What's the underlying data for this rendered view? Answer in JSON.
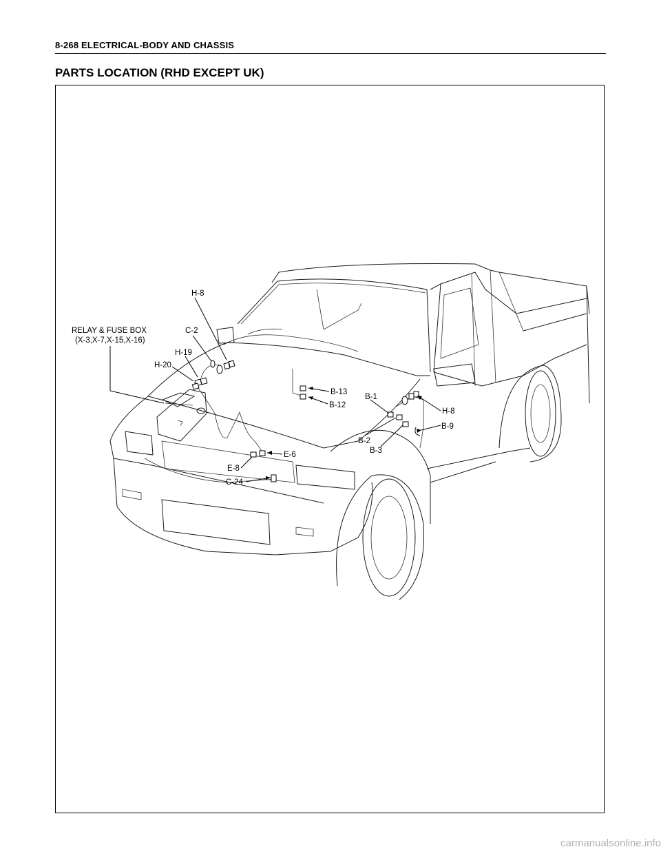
{
  "header": {
    "page_title": "8-268  ELECTRICAL-BODY AND CHASSIS"
  },
  "section": {
    "title": "PARTS LOCATION (RHD EXCEPT UK)"
  },
  "callouts": {
    "relay_fuse_box": "RELAY & FUSE BOX",
    "relay_fuse_box_ids": "(X-3,X-7,X-15,X-16)",
    "h8_top": "H-8",
    "c2": "C-2",
    "h19": "H-19",
    "h20": "H-20",
    "b13": "B-13",
    "b12": "B-12",
    "b1": "B-1",
    "h8_right": "H-8",
    "b9": "B-9",
    "b2": "B-2",
    "b3": "B-3",
    "e6": "E-6",
    "e8": "E-8",
    "c24": "C-24"
  },
  "watermark": "carmanualsonline.info"
}
